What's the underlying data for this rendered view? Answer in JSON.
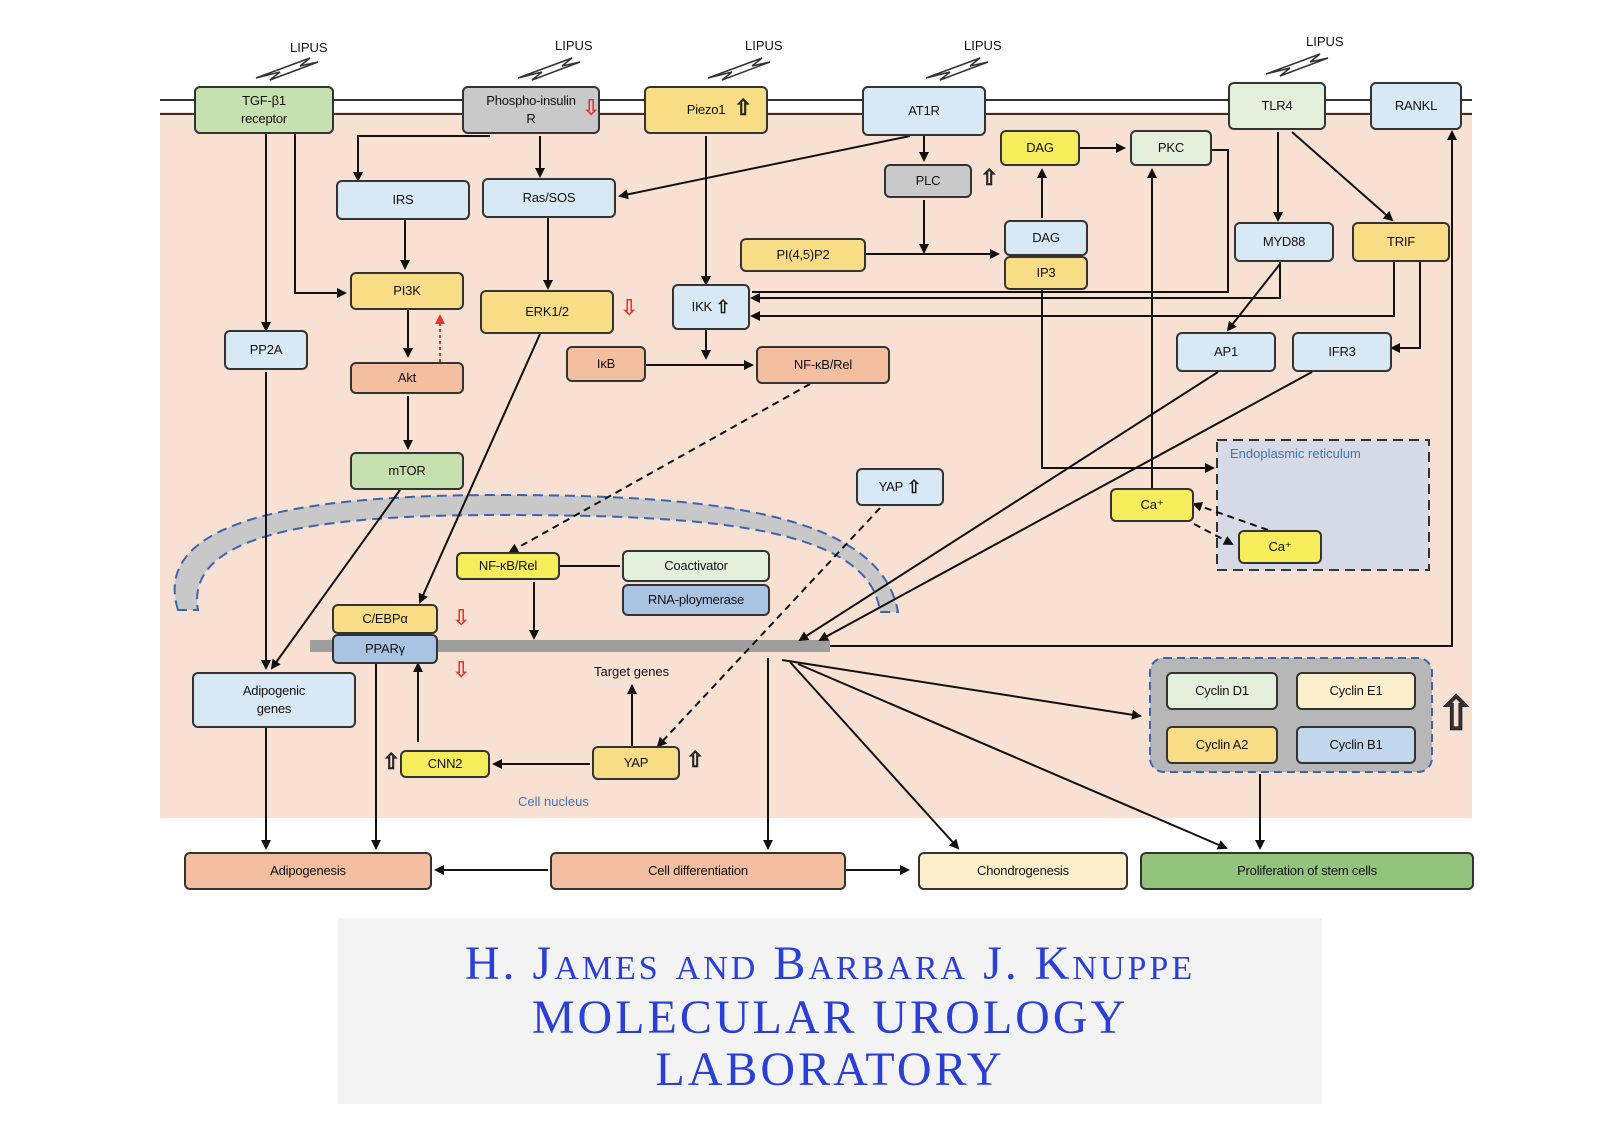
{
  "stimulus_label": "LIPUS",
  "receptors": {
    "tgf": "TGF-β1\nreceptor",
    "insulin": "Phospho-insulin\nR",
    "piezo": "Piezo1",
    "at1r": "AT1R",
    "tlr4": "TLR4",
    "rankl": "RANKL"
  },
  "nodes": {
    "irs": "IRS",
    "rassos": "Ras/SOS",
    "pi3k": "PI3K",
    "pp2a": "PP2A",
    "akt": "Akt",
    "mtor": "mTOR",
    "erk": "ERK1/2",
    "ikk": "IKK",
    "ikb": "IκB",
    "nfkb": "NF-κB/Rel",
    "plc": "PLC",
    "dag_top": "DAG",
    "pkc": "PKC",
    "pip2": "PI(4,5)P2",
    "dag": "DAG",
    "ip3": "IP3",
    "myd88": "MYD88",
    "trif": "TRIF",
    "ap1": "AP1",
    "ifr3": "IFR3",
    "yap_cyto": "YAP",
    "ca_cyto": "Ca⁺",
    "ca_er": "Ca⁺",
    "nfkb_nuc": "NF-κB/Rel",
    "coactivator": "Coactivator",
    "rnapol": "RNA-ploymerase",
    "cebp": "C/EBPα",
    "ppar": "PPARγ",
    "adipogenic_genes": "Adipogenic\ngenes",
    "target_genes": "Target genes",
    "cnn2": "CNN2",
    "yap_nuc": "YAP",
    "cyclin_d1": "Cyclin D1",
    "cyclin_e1": "Cyclin E1",
    "cyclin_a2": "Cyclin A2",
    "cyclin_b1": "Cyclin B1"
  },
  "compartments": {
    "er": "Endoplasmic reticulum",
    "nucleus": "Cell nucleus"
  },
  "outcomes": {
    "adipogenesis": "Adipogenesis",
    "differentiation": "Cell differentiation",
    "chondrogenesis": "Chondrogenesis",
    "proliferation": "Proliferation of stem cells"
  },
  "regulation": {
    "up_arrow": "⇧",
    "down_arrow": "⇩"
  },
  "banner": {
    "line1_a": "H. J",
    "line1_b": "ames and ",
    "line1_c": "B",
    "line1_d": "arbara ",
    "line1_e": "J. K",
    "line1_f": "nuppe",
    "line2": "MOLECULAR UROLOGY",
    "line3": "LABORATORY"
  },
  "colors": {
    "cytoplasm": "#f8e0d3",
    "banner_text": "#2a3fd6",
    "inhibit_red": "#e8322a",
    "nucleus_dash": "#3a64b0"
  }
}
